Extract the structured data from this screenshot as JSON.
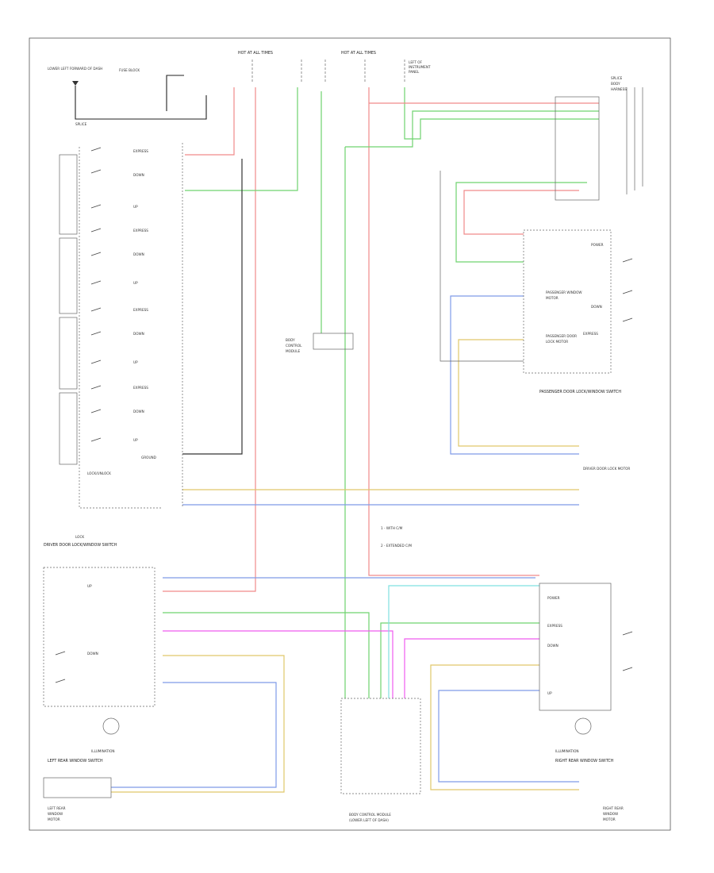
{
  "colors": {
    "red": "#f08a8a",
    "green": "#6fd36f",
    "yellow": "#e0c76a",
    "blue": "#7f9be8",
    "magenta": "#ef5cef",
    "cyan": "#7fe0e0",
    "black": "#222222",
    "gray": "#666666"
  },
  "top": {
    "left_fuse_label": "HOT AT ALL TIMES",
    "right_fuse_label": "HOT AT ALL TIMES",
    "ground_left": "LOWER LEFT FORWARD OF DASH",
    "splice": "SPLICE",
    "bus_note": "FUSE BLOCK",
    "right_fuse_lines": [
      "LEFT OF",
      "INSTRUMENT",
      "PANEL"
    ]
  },
  "driver": {
    "switch_labels": [
      "EXPRESS",
      "DOWN",
      "UP",
      "EXPRESS",
      "DOWN",
      "UP",
      "EXPRESS",
      "DOWN",
      "UP",
      "EXPRESS",
      "DOWN",
      "UP"
    ],
    "lock_label": "LOCK/UNLOCK",
    "ground_label": "GROUND",
    "bottom_title": "DRIVER DOOR LOCK/WINDOW SWITCH",
    "bottom_sub": "LOCK"
  },
  "center": {
    "module_lines": [
      "BODY",
      "CONTROL",
      "MODULE"
    ],
    "note_1": "1 - WITH C/M",
    "note_2": "2 - EXTENDED C/M",
    "bottom_lines": [
      "BODY CONTROL MODULE",
      "(LOWER LEFT OF DASH)"
    ]
  },
  "right": {
    "top_box_lines": [
      "SPLICE",
      "BODY",
      "HARNESS"
    ],
    "passenger_switch_title": "PASSENGER DOOR LOCK/WINDOW SWITCH",
    "pass_window_motor": [
      "PASSENGER WINDOW",
      "MOTOR"
    ],
    "pass_lock_motor": [
      "PASSENGER DOOR",
      "LOCK MOTOR"
    ],
    "pass_labels": [
      "POWER",
      "EXPRESS",
      "DOWN"
    ],
    "pass_lock": "DRIVER DOOR LOCK MOTOR"
  },
  "rear_left": {
    "switch_title": "LEFT REAR WINDOW SWITCH",
    "illumination": "ILLUMINATION",
    "up_label": "UP",
    "down_label": "DOWN",
    "motor_lines": [
      "LEFT REAR",
      "WINDOW",
      "MOTOR"
    ]
  },
  "rear_right": {
    "switch_title": "RIGHT REAR WINDOW SWITCH",
    "illumination": "ILLUMINATION",
    "labels": [
      "POWER",
      "EXPRESS",
      "DOWN",
      "UP"
    ],
    "motor_lines": [
      "RIGHT REAR",
      "WINDOW",
      "MOTOR"
    ]
  }
}
